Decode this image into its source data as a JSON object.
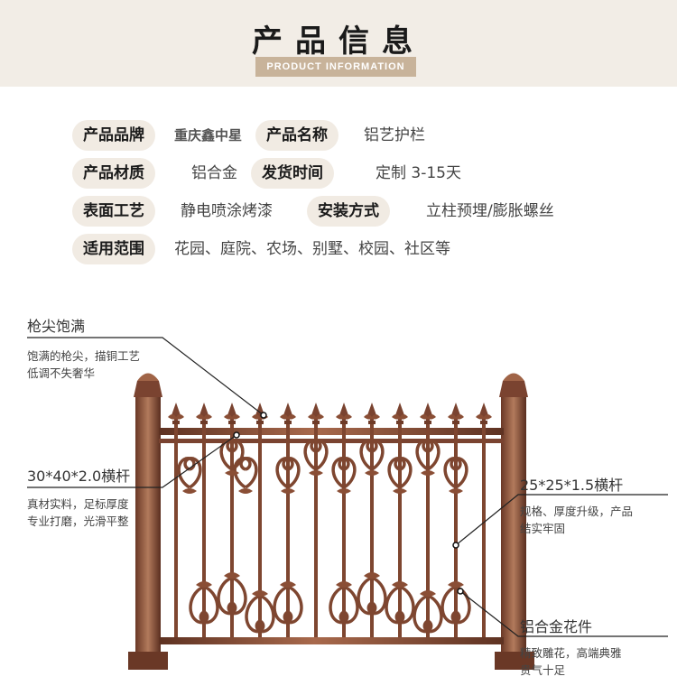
{
  "header": {
    "title": "产品信息",
    "subtitle": "PRODUCT INFORMATION"
  },
  "specs": {
    "brand_label": "产品品牌",
    "brand_value": "重庆鑫中星",
    "name_label": "产品名称",
    "name_value": "铝艺护栏",
    "material_label": "产品材质",
    "material_value": "铝合金",
    "delivery_label": "发货时间",
    "delivery_value": "定制 3-15天",
    "surface_label": "表面工艺",
    "surface_value": "静电喷涂烤漆",
    "install_label": "安装方式",
    "install_value": "立柱预埋/膨胀螺丝",
    "scope_label": "适用范围",
    "scope_value": "花园、庭院、农场、别墅、校园、社区等"
  },
  "callouts": {
    "spear": {
      "title": "枪尖饱满",
      "desc1": "饱满的枪尖，描铜工艺",
      "desc2": "低调不失奢华"
    },
    "rail_big": {
      "title": "30*40*2.0横杆",
      "desc1": "真材实料，足标厚度",
      "desc2": "专业打磨，光滑平整"
    },
    "rail_small": {
      "title": "25*25*1.5横杆",
      "desc1": "规格、厚度升级，产品",
      "desc2": "结实牢固"
    },
    "flower": {
      "title": "铝合金花件",
      "desc1": "精致雕花，高端典雅",
      "desc2": "贵气十足"
    }
  },
  "colors": {
    "banner_bg": "#f2ede6",
    "pill_bg": "#f1ebe3",
    "fence_bronze": "#8a4e35",
    "fence_dark": "#5e3222",
    "fence_light": "#b07458"
  }
}
